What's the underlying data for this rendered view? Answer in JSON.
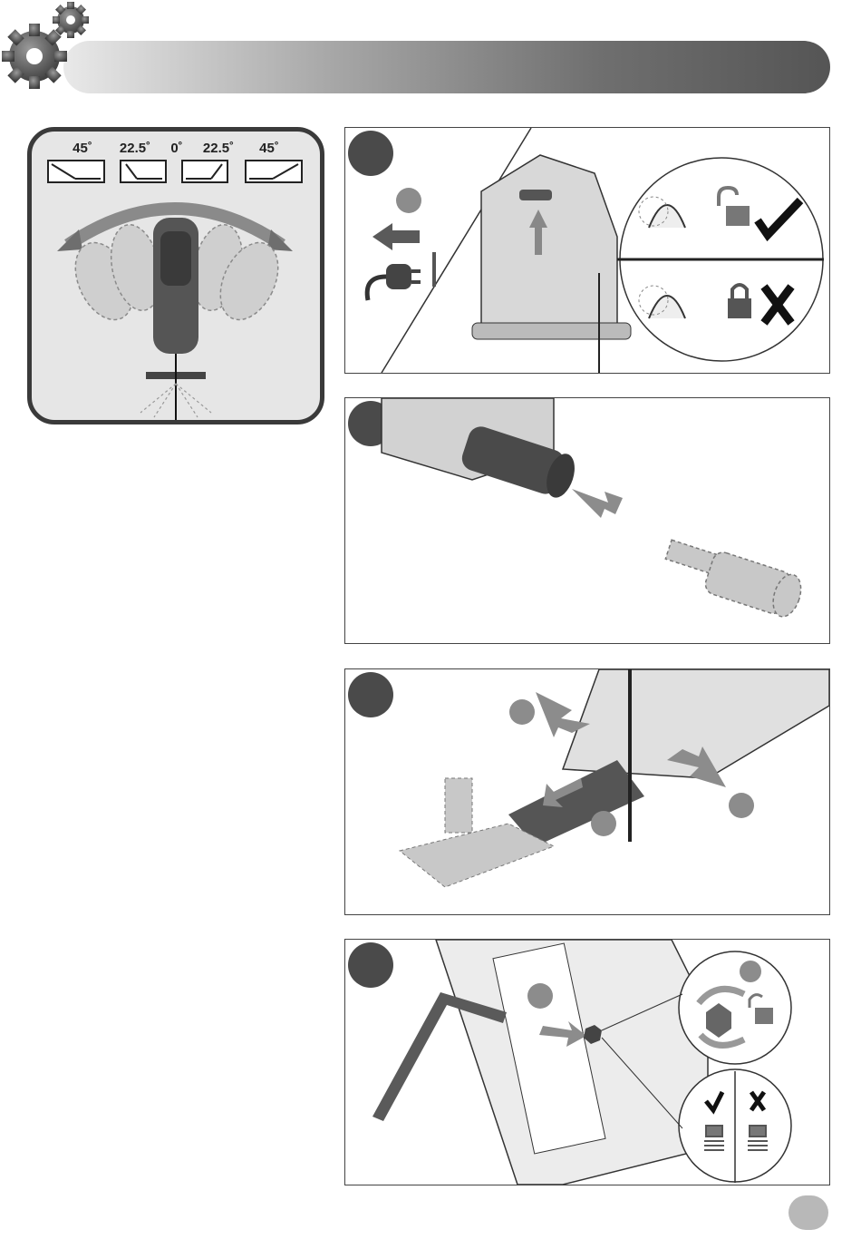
{
  "bevel_angles": [
    "45˚",
    "22.5˚",
    "0˚",
    "22.5˚",
    "45˚"
  ],
  "colors": {
    "header_dark": "#555555",
    "panel_border": "#444444",
    "marker": "#4a4a4a",
    "ghost_fill": "#c8c8c8",
    "accent_arrow": "#8c8c8c"
  },
  "icons": {
    "header": "gears-icon",
    "panel1": [
      "unplug-icon",
      "unlock-icon",
      "lock-icon",
      "check-icon",
      "cross-icon"
    ],
    "panel4": [
      "hex-key-icon",
      "rotate-icon",
      "unlock-icon",
      "check-icon",
      "cross-icon",
      "spring-icon"
    ]
  }
}
